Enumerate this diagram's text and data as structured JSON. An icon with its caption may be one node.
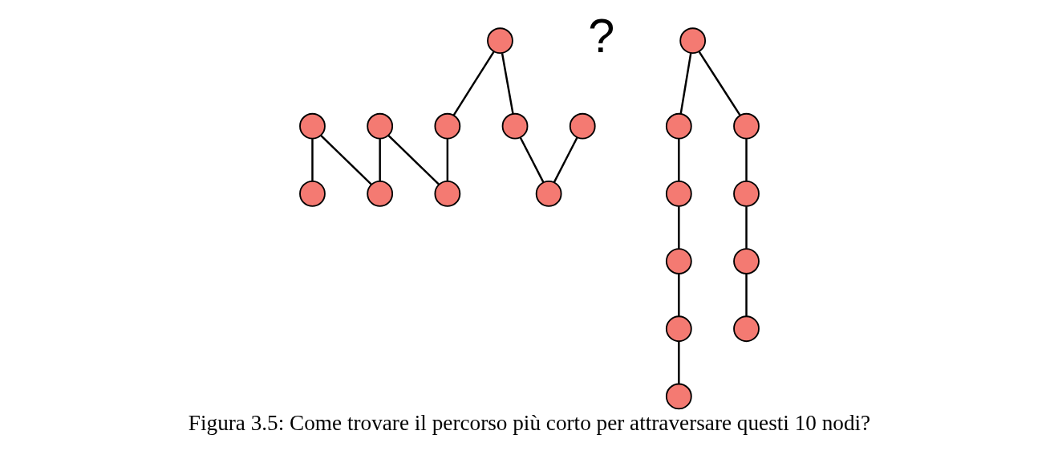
{
  "diagram": {
    "caption": "Figura 3.5: Come trovare il percorso più corto per attraversare questi 10 nodi?",
    "nodes": [
      {
        "text": [],
        "shape": "circle"
      },
      {
        "text": [],
        "shape": "circle"
      },
      {
        "text": [],
        "shape": "circle"
      },
      {
        "text": [],
        "shape": "circle"
      },
      {
        "text": [],
        "shape": "circle"
      },
      {
        "text": [],
        "shape": "circle"
      },
      {
        "text": [],
        "shape": "circle"
      },
      {
        "text": [],
        "shape": "circle"
      },
      {
        "text": [],
        "shape": "circle"
      },
      {
        "text": [],
        "shape": "circle"
      },
      {
        "text": [],
        "shape": "circle"
      },
      {
        "text": [],
        "shape": "circle"
      },
      {
        "text": [],
        "shape": "circle"
      },
      {
        "text": [],
        "shape": "circle"
      },
      {
        "text": [],
        "shape": "circle"
      },
      {
        "text": [],
        "shape": "circle"
      },
      {
        "text": [],
        "shape": "circle"
      },
      {
        "text": [],
        "shape": "circle"
      },
      {
        "text": [],
        "shape": "circle"
      },
      {
        "text": [],
        "shape": "circle"
      }
    ],
    "edges": [
      {
        "from": 0,
        "to": 2,
        "arrow": "none"
      },
      {
        "from": 0,
        "to": 8,
        "arrow": "none"
      },
      {
        "from": 1,
        "to": 4,
        "arrow": "none"
      },
      {
        "from": 1,
        "to": 5,
        "arrow": "none"
      },
      {
        "from": 3,
        "to": 7,
        "arrow": "none"
      },
      {
        "from": 4,
        "to": 7,
        "arrow": "none"
      },
      {
        "from": 6,
        "to": 8,
        "arrow": "none"
      },
      {
        "from": 6,
        "to": 9,
        "arrow": "none"
      },
      {
        "from": 5,
        "to": 9,
        "arrow": "none"
      },
      {
        "from": 10,
        "to": 13,
        "arrow": "none"
      },
      {
        "from": 10,
        "to": 14,
        "arrow": "none"
      },
      {
        "from": 13,
        "to": 15,
        "arrow": "none"
      },
      {
        "from": 15,
        "to": 16,
        "arrow": "none"
      },
      {
        "from": 16,
        "to": 12,
        "arrow": "none"
      },
      {
        "from": 12,
        "to": 11,
        "arrow": "none"
      },
      {
        "from": 14,
        "to": 18,
        "arrow": "none"
      },
      {
        "from": 18,
        "to": 19,
        "arrow": "none"
      },
      {
        "from": 19,
        "to": 17,
        "arrow": "none"
      }
    ],
    "labels": [
      "?"
    ]
  }
}
